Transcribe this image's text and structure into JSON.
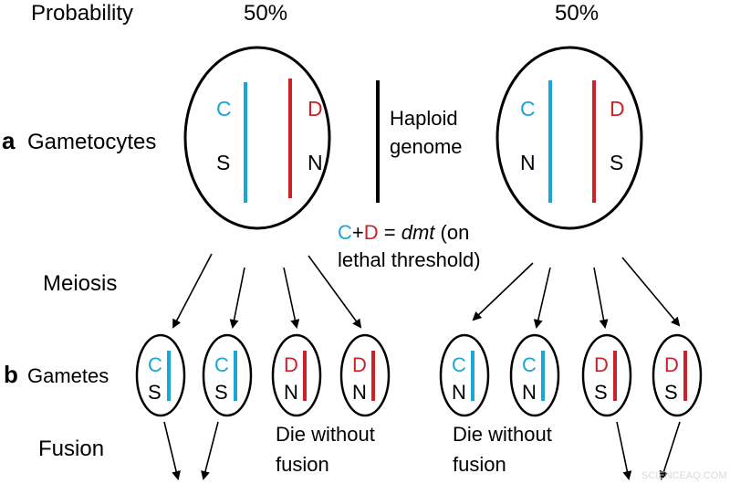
{
  "labels": {
    "probability": "Probability",
    "pct_left": "50%",
    "pct_right": "50%",
    "row_a_letter": "a",
    "row_a_label": "Gametocytes",
    "row_b_letter": "b",
    "row_b_label": "Gametes",
    "meiosis": "Meiosis",
    "fusion": "Fusion",
    "haploid_line1": "Haploid",
    "haploid_line2": "genome",
    "die_left_line1": "Die without",
    "die_left_line2": "fusion",
    "die_right_line1": "Die without",
    "die_right_line2": "fusion",
    "watermark": "SCIENCEAQ.COM"
  },
  "note": {
    "c": "C",
    "plus": "+",
    "d": "D",
    "eq": " = ",
    "dmt": "dmt",
    "paren1": " (on",
    "line2": "lethal threshold)"
  },
  "gametocytes": {
    "left": {
      "c": "C",
      "d": "D",
      "s": "S",
      "n": "N"
    },
    "right": {
      "c": "C",
      "d": "D",
      "n": "N",
      "s": "S"
    }
  },
  "gametes": [
    {
      "top": "C",
      "bottom": "S",
      "color": "cyan"
    },
    {
      "top": "C",
      "bottom": "S",
      "color": "cyan"
    },
    {
      "top": "D",
      "bottom": "N",
      "color": "red"
    },
    {
      "top": "D",
      "bottom": "N",
      "color": "red"
    },
    {
      "top": "C",
      "bottom": "N",
      "color": "cyan"
    },
    {
      "top": "C",
      "bottom": "N",
      "color": "cyan"
    },
    {
      "top": "D",
      "bottom": "S",
      "color": "red"
    },
    {
      "top": "D",
      "bottom": "S",
      "color": "red"
    }
  ],
  "colors": {
    "cyan": "#1aa6d6",
    "red": "#cc2229",
    "black": "#000000",
    "watermark": "#d9d9d9"
  }
}
